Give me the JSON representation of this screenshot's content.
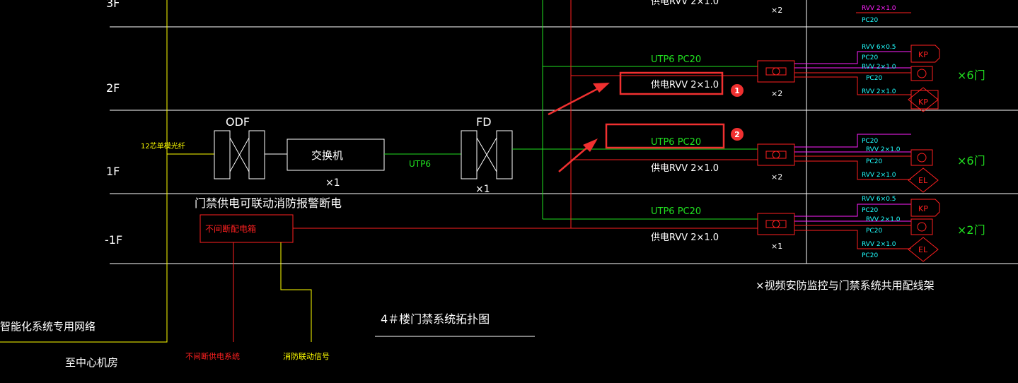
{
  "colors": {
    "background": "#000000",
    "white": "#ffffff",
    "yellow": "#ffff00",
    "red": "#ff2020",
    "green": "#20e020",
    "magenta": "#ff20ff",
    "cyan": "#20ffff",
    "annotation_red": "#f03030"
  },
  "floors": {
    "f3": "3F",
    "f2": "2F",
    "f1": "1F",
    "fb1": "-1F"
  },
  "left": {
    "fiber_label": "12芯单模光纤",
    "network_label": "智能化系统专用网络",
    "to_center": "至中心机房"
  },
  "odf": {
    "label": "ODF"
  },
  "switch": {
    "label": "交换机",
    "qty": "×1"
  },
  "utp_link": "UTP6",
  "fd": {
    "label": "FD",
    "qty": "×1"
  },
  "power_note": "门禁供电可联动消防报警断电",
  "ups_box": {
    "label": "不间断配电箱"
  },
  "bottom": {
    "ups_system": "不间断供电系统",
    "fire_signal": "消防联动信号",
    "title": "4＃楼门禁系统拓扑图",
    "shared_rack": "×视频安防监控与门禁系统共用配线架"
  },
  "runs": {
    "utp_pc": "UTP6   PC20",
    "power_rvv": "供电RVV  2×1.0"
  },
  "cables": {
    "rvv_2x1": "RVV  2×1.0",
    "rvv_6x05": "RVV  6×0.5",
    "pc20": "PC20",
    "rvv_small": "RVV  2×1.0",
    "rvv_overlap": "RVV  2×1.0"
  },
  "controllers": {
    "qty_f3": "×2",
    "qty_f2": "×2",
    "qty_f1": "×2",
    "qty_fb1": "×1"
  },
  "devices": {
    "kp": "KP",
    "el": "EL"
  },
  "doors": {
    "f2": "×6门",
    "f1": "×6门",
    "fb1": "×2门"
  },
  "annotations": {
    "marker1": "1",
    "marker2": "2"
  }
}
